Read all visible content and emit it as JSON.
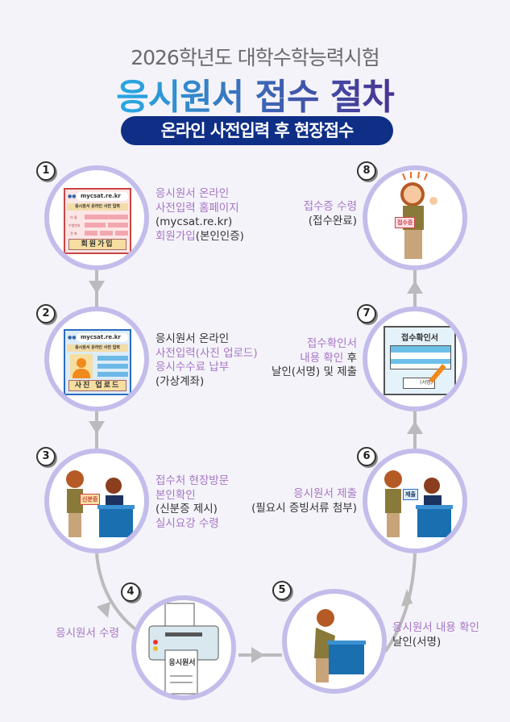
{
  "header": {
    "subtitle": "2026학년도 대학수학능력시험",
    "title": "응시원서 접수 절차",
    "banner": "온라인 사전입력 후 현장접수"
  },
  "steps": [
    {
      "number": "1",
      "lines": [
        [
          {
            "t": "응시원서 온라인",
            "h": true
          }
        ],
        [
          {
            "t": "사전입력 홈페이지",
            "h": true
          }
        ],
        [
          {
            "t": "(mycsat.re.kr)",
            "h": false
          }
        ],
        [
          {
            "t": "회원가입",
            "h": true
          },
          {
            "t": "(본인인증)",
            "h": false
          }
        ]
      ]
    },
    {
      "number": "2",
      "lines": [
        [
          {
            "t": "응시원서 온라인",
            "h": false
          }
        ],
        [
          {
            "t": "사전입력(사진 업로드)",
            "h": true
          }
        ],
        [
          {
            "t": "응시수수료 납부",
            "h": true
          }
        ],
        [
          {
            "t": "(가상계좌)",
            "h": false
          }
        ]
      ]
    },
    {
      "number": "3",
      "lines": [
        [
          {
            "t": "접수처 현장방문",
            "h": true
          }
        ],
        [
          {
            "t": "본인확인",
            "h": true
          }
        ],
        [
          {
            "t": "(신분증 제시)",
            "h": false
          }
        ],
        [
          {
            "t": "실시요강 수령",
            "h": true
          }
        ]
      ]
    },
    {
      "number": "4",
      "lines": [
        [
          {
            "t": "응시원서 수령",
            "h": true
          }
        ]
      ]
    },
    {
      "number": "5",
      "lines": [
        [
          {
            "t": "응시원서 내용 확인",
            "h": true
          }
        ],
        [
          {
            "t": "날인(서명)",
            "h": false
          }
        ]
      ]
    },
    {
      "number": "6",
      "lines": [
        [
          {
            "t": "응시원서 제출",
            "h": true
          }
        ],
        [
          {
            "t": "(필요시 증빙서류 첨부)",
            "h": false
          }
        ]
      ]
    },
    {
      "number": "7",
      "lines": [
        [
          {
            "t": "접수확인서",
            "h": true
          }
        ],
        [
          {
            "t": "내용 확인",
            "h": true
          },
          {
            "t": " 후",
            "h": false
          }
        ],
        [
          {
            "t": "날인(서명) 및 제출",
            "h": false
          }
        ]
      ]
    },
    {
      "number": "8",
      "lines": [
        [
          {
            "t": "접수증 수령",
            "h": true
          }
        ],
        [
          {
            "t": "(접수완료)",
            "h": false
          }
        ]
      ]
    }
  ],
  "illustrations": {
    "url": "mycsat.re.kr",
    "form_title": "응시원서 온라인 사전 입력",
    "form_labels": [
      "이 름",
      "수험번호",
      "전 화"
    ],
    "signup_button": "회원가입",
    "upload_button": "사진 업로드",
    "id_card": "신분증",
    "application": "응시원서",
    "submit_doc": "제출",
    "confirmation_title": "접수확인서",
    "signature": "(서명)",
    "receipt": "접수증"
  },
  "colors": {
    "highlight": "#a676c4",
    "ring": "#c3bdeb",
    "banner": "#0f2f86",
    "connector": "#bbbbbb"
  }
}
